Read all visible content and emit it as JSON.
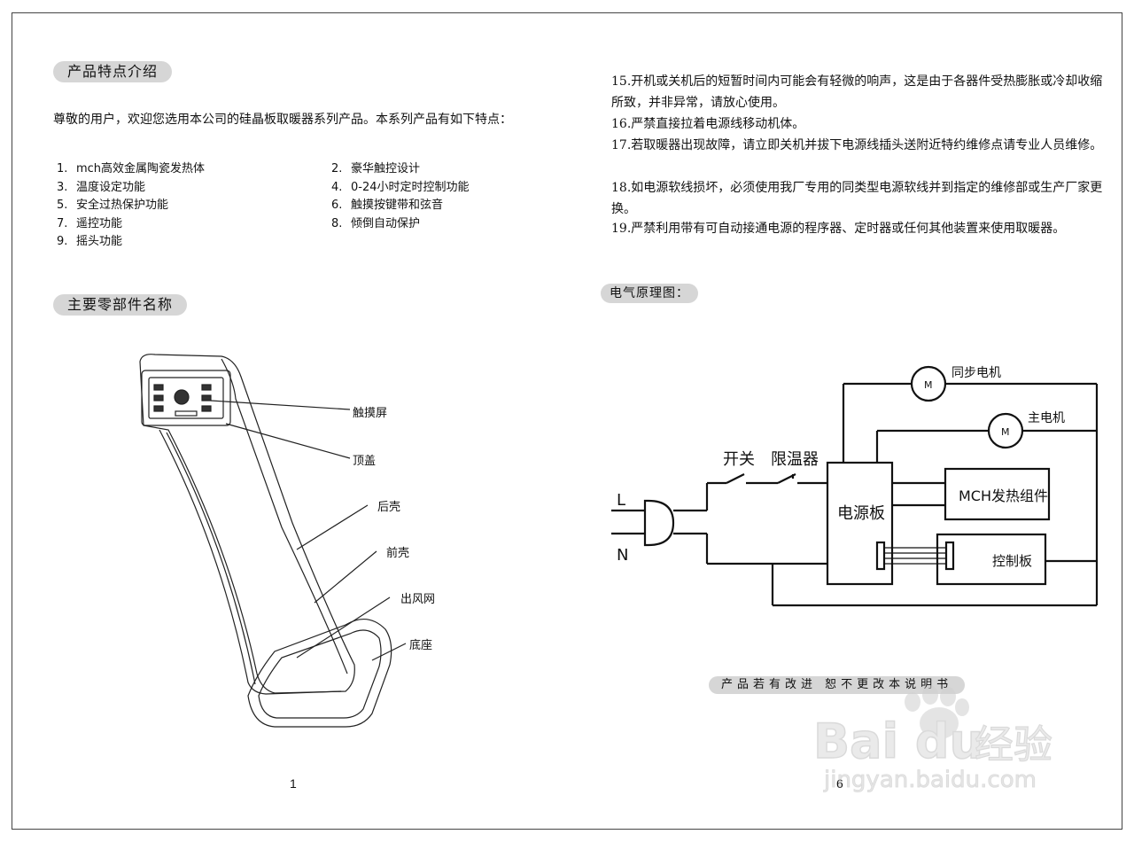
{
  "left": {
    "section1_title": "产品特点介绍",
    "intro": "尊敬的用户，欢迎您选用本公司的硅晶板取暖器系列产品。本系列产品有如下特点：",
    "features_left": [
      {
        "num": "1.",
        "text": "mch高效金属陶瓷发热体"
      },
      {
        "num": "3.",
        "text": "温度设定功能"
      },
      {
        "num": "5.",
        "text": "安全过热保护功能"
      },
      {
        "num": "7.",
        "text": "遥控功能"
      },
      {
        "num": "9.",
        "text": "摇头功能"
      }
    ],
    "features_right": [
      {
        "num": "2.",
        "text": "豪华触控设计"
      },
      {
        "num": "4.",
        "text": "0-24小时定时控制功能"
      },
      {
        "num": "6.",
        "text": "触摸按键带和弦音"
      },
      {
        "num": "8.",
        "text": "倾倒自动保护"
      }
    ],
    "section2_title": "主要零部件名称",
    "part_labels": [
      "触摸屏",
      "顶盖",
      "后壳",
      "前壳",
      "出风网",
      "底座"
    ],
    "page_number": "1"
  },
  "right": {
    "rules": [
      {
        "num": "15.",
        "text": "开机或关机后的短暂时间内可能会有轻微的响声，这是由于各器件受热膨胀或冷却收缩所致，并非异常，请放心使用。"
      },
      {
        "num": "16.",
        "text": "严禁直接拉着电源线移动机体。"
      },
      {
        "num": "17.",
        "text": "若取暖器出现故障，请立即关机并拔下电源线插头送附近特约维修点请专业人员维修。"
      },
      {
        "num": "18.",
        "text": "如电源软线损坏，必须使用我厂专用的同类型电源软线并到指定的维修部或生产厂家更换。"
      },
      {
        "num": "19.",
        "text": "严禁利用带有可自动接通电源的程序器、定时器或任何其他装置来使用取暖器。"
      }
    ],
    "diagram_title": "电气原理图：",
    "circuit": {
      "sync_motor": "同步电机",
      "main_motor": "主电机",
      "motor_symbol": "M",
      "switch": "开关",
      "thermostat": "限温器",
      "power_board": "电源板",
      "heater": "MCH发热组件",
      "control_board": "控制板",
      "line_l": "L",
      "line_n": "N"
    },
    "footer_note": "产品若有改进 恕不更改本说明书",
    "page_number": "6"
  },
  "watermark": {
    "brand": "Bai du",
    "suffix": "经验",
    "url": "jingyan.baidu.com"
  }
}
